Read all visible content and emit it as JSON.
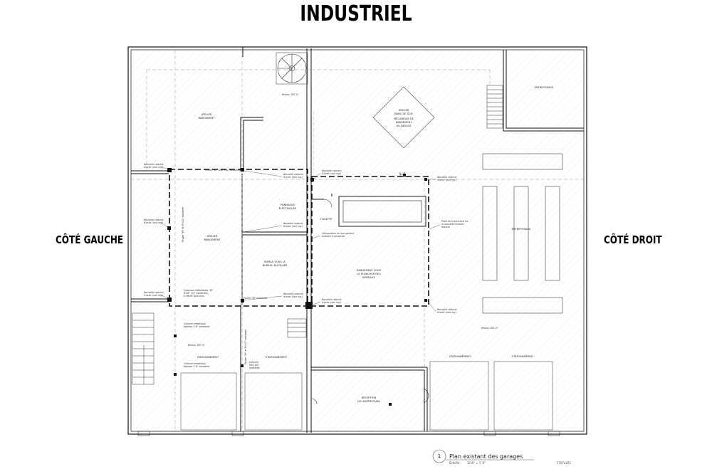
{
  "title": "INDUSTRIEL",
  "sides": {
    "left": "CÔTÉ GAUCHE",
    "right": "CÔTÉ DROIT"
  },
  "rooms": {
    "atelier_rangement_top": [
      "ATELIER",
      "RANGEMENT"
    ],
    "atelier_mecanique": [
      "ATELIER",
      "BANC DE SCIE",
      "MÉCANIQUE DE",
      "RANGEMENT",
      "AU DESSUS"
    ],
    "entreposage_top": "ENTREPOSAGE",
    "panneaux": [
      "PANNEAUX",
      "ÉLECTRIQUES"
    ],
    "atelier_rangement_mid": [
      "ATELIER",
      "RANGEMENT"
    ],
    "espace_bureau": [
      "ESPACE SOUS LE",
      "BUREAU DU PALIER"
    ],
    "toilette": "TOILETTE",
    "rangement_bureaux": [
      "RANGEMENT SOUS",
      "LE PLANCHER DES",
      "BUREAUX"
    ],
    "entreposage_right": "ENTREPOSAGE",
    "stationnement_1": "STATIONNEMENT",
    "stationnement_2": "STATIONNEMENT",
    "stationnement_3": "STATIONNEMENT",
    "stationnement_4": "STATIONNEMENT",
    "reception": [
      "RÉCEPTION",
      "(OU AUTRE PLAN)"
    ]
  },
  "notes": {
    "niveau_top": "Niveau 100'-0\"",
    "niveau_right": "Niveau 100'-0\"",
    "niveau_left": "Niveau 100'-0\"",
    "col_nouvelle": [
      "Nouvelle colonne",
      "d'acier (voir ing.)"
    ],
    "poutre_top": "Poutre \"W\" (voir ing.) existante",
    "poutre_vertical": "Poutre \"W\" et 6\"x12\" existante",
    "poutre_mid": "Poutre \"W\" existante",
    "composition": [
      "Composition du mur porteur",
      "existant à conserver"
    ],
    "profil": [
      "Profil de la structure de",
      "la nouvelle terrasse",
      "requise"
    ],
    "colonnes_metal": [
      "Colonnes métalliques \"W\"",
      "6\"x6\" 1/4\" existantes,",
      "à retirer sous avis"
    ],
    "colonne_existante_1": [
      "Colonne métallique",
      "épaisse 2'-6\" existante"
    ],
    "colonne_existante_2": [
      "Colonne métallique",
      "épaisse 2'-6\" existante"
    ],
    "colonne_hss": [
      "Colonne",
      "HSS 4x4",
      "existante"
    ]
  },
  "legend": {
    "number": "1",
    "title": "Plan existant des garages",
    "scale_label": "Échelle :",
    "scale_value": "3/16\" = 1'-0\"",
    "sheet": "1707a201"
  }
}
